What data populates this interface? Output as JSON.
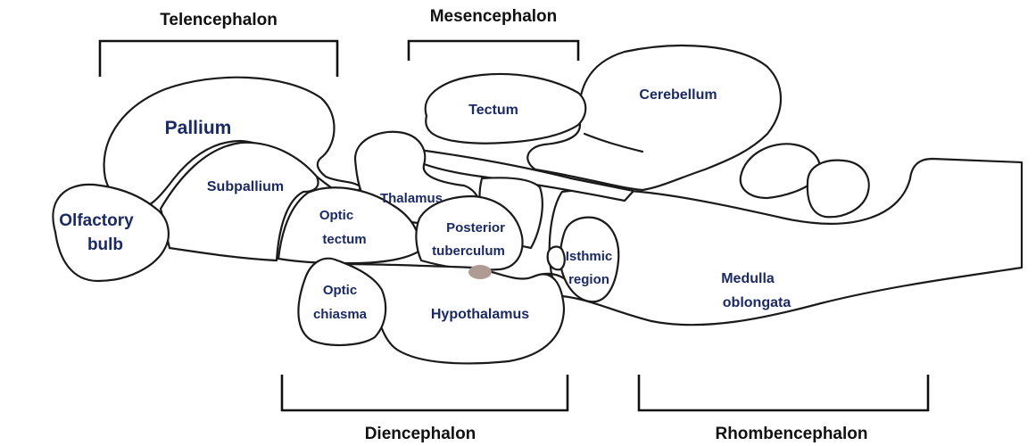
{
  "divisions": {
    "telencephalon": "Telencephalon",
    "mesencephalon": "Mesencephalon",
    "diencephalon": "Diencephalon",
    "rhombencephalon": "Rhombencephalon"
  },
  "regions": {
    "pallium": "Pallium",
    "subpallium": "Subpallium",
    "olfactory_bulb": [
      "Olfactory",
      "bulb"
    ],
    "optic_tectum": [
      "Optic",
      "tectum"
    ],
    "optic_chiasma": [
      "Optic",
      "chiasma"
    ],
    "thalamus": "Thalamus",
    "tectum": "Tectum",
    "cerebellum": "Cerebellum",
    "posterior_tuberculum": [
      "Posterior",
      "tuberculum"
    ],
    "hypothalamus": "Hypothalamus",
    "isthmic_region": [
      "Isthmic",
      "region"
    ],
    "medulla_oblongata": [
      "Medulla",
      "oblongata"
    ]
  },
  "colors": {
    "outline": "#1a1a1a",
    "region_label": "#1b2a63",
    "division_label": "#111111",
    "marker": "#b09a94"
  }
}
